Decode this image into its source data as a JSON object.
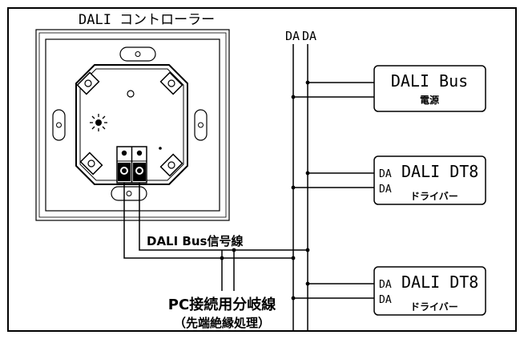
{
  "controller": {
    "title": "DALI コントローラー"
  },
  "bus_labels": {
    "da_left": "DA",
    "da_right": "DA"
  },
  "bus_power": {
    "title": "DALI Bus",
    "subtitle": "電源"
  },
  "drivers": [
    {
      "title": "DALI DT8",
      "subtitle": "ドライバー",
      "terminal_top": "DA",
      "terminal_bottom": "DA"
    },
    {
      "title": "DALI DT8",
      "subtitle": "ドライバー",
      "terminal_top": "DA",
      "terminal_bottom": "DA"
    }
  ],
  "signal_line": {
    "label": "DALI Bus信号線"
  },
  "pc_branch": {
    "line1": "PC接続用分岐線",
    "line2": "（先端絶縁処理）"
  }
}
